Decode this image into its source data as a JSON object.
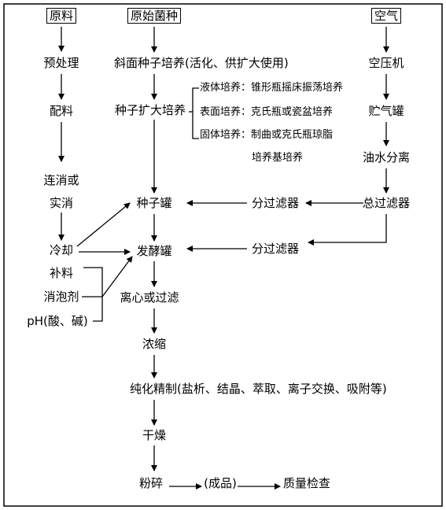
{
  "diagram": {
    "header_raw": "原料",
    "header_strain": "原始菌种",
    "header_air": "空气",
    "pretreatment": "预处理",
    "mixing": "配料",
    "sterilize_line1": "连消或",
    "sterilize_line2": "实消",
    "cooling": "冷却",
    "feed": "补料",
    "defoamer": "消泡剂",
    "ph": "pH(酸、碱)",
    "slant_culture": "斜面种子培养(活化、供扩大使用)",
    "seed_expansion": "种子扩大培养",
    "liquid_culture": "液体培养：锥形瓶摇床振荡培养",
    "surface_culture": "表面培养：克氏瓶或瓷盆培养",
    "solid_culture": "固体培养：制曲或克氏瓶琼脂",
    "solid_culture_cont": "培养基培养",
    "seed_tank": "种子罐",
    "fermenter": "发酵罐",
    "centrifuge": "离心或过滤",
    "concentrate": "浓缩",
    "purification": "纯化精制(盐析、结晶、萃取、离子交换、吸附等)",
    "drying": "干燥",
    "crushing": "粉碎",
    "product": "(成品)",
    "quality_check": "质量检查",
    "compressor": "空压机",
    "air_tank": "贮气罐",
    "oil_water_separation": "油水分离",
    "main_filter": "总过滤器",
    "sub_filter_1": "分过滤器",
    "sub_filter_2": "分过滤器"
  }
}
